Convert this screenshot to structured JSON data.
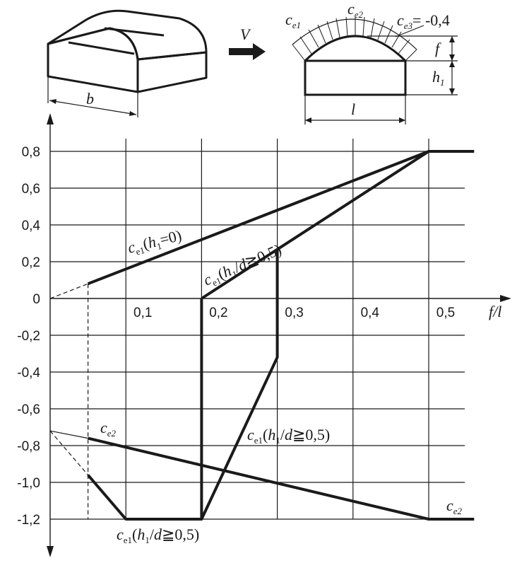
{
  "chart_data": {
    "type": "line",
    "xlabel": "f/l",
    "xlim": [
      0,
      0.55
    ],
    "ylim": [
      -1.2,
      0.8
    ],
    "x_ticks": [
      "0,1",
      "0,2",
      "0,3",
      "0,4",
      "0,5"
    ],
    "x_tick_values": [
      0.1,
      0.2,
      0.3,
      0.4,
      0.5
    ],
    "y_ticks": [
      "0,8",
      "0,6",
      "0,4",
      "0,2",
      "0",
      "-0,2",
      "-0,4",
      "-0,6",
      "-0,8",
      "-1,0",
      "-1,2"
    ],
    "y_tick_values": [
      0.8,
      0.6,
      0.4,
      0.2,
      0,
      -0.2,
      -0.4,
      -0.6,
      -0.8,
      -1.0,
      -1.2
    ],
    "grid": true,
    "series": [
      {
        "name": "ce1(h1=0)",
        "label": {
          "c": "c",
          "sub1": "e1",
          "open": "(",
          "h": "h",
          "sub2": "1",
          "rest": "=0)"
        },
        "points": [
          [
            0.05,
            0.08
          ],
          [
            0.5,
            0.8
          ],
          [
            0.56,
            0.8
          ]
        ],
        "extension": [
          [
            0,
            0
          ],
          [
            0.05,
            0.08
          ]
        ]
      },
      {
        "name": "ce1(h1/d≧0,5) upper",
        "label": {
          "c": "c",
          "sub1": "e1",
          "open": "(",
          "h": "h",
          "sub2": "1",
          "slash": "/",
          "d": "d",
          "rest": "≧0,5)"
        },
        "points": [
          [
            0.2,
            0
          ],
          [
            0.5,
            0.8
          ]
        ]
      },
      {
        "name": "ce1(h1/d≧0,5) middle",
        "label": {
          "c": "c",
          "sub1": "e1",
          "open": "(",
          "h": "h",
          "sub2": "1",
          "slash": "/",
          "d": "d",
          "rest": "≧0,5)"
        },
        "points": [
          [
            0.2,
            -1.2
          ],
          [
            0.3,
            -0.32
          ],
          [
            0.3,
            0.27
          ]
        ]
      },
      {
        "name": "ce1(h1/d≧0,5) lower",
        "label": {
          "c": "c",
          "sub1": "e1",
          "open": "(",
          "h": "h",
          "sub2": "1",
          "slash": "/",
          "d": "d",
          "rest": "≧0,5)"
        },
        "points": [
          [
            0.05,
            -0.96
          ],
          [
            0.1,
            -1.2
          ],
          [
            0.2,
            -1.2
          ],
          [
            0.2,
            0
          ]
        ],
        "extension": [
          [
            0,
            -0.72
          ],
          [
            0.05,
            -0.96
          ]
        ]
      },
      {
        "name": "ce2",
        "label": {
          "c": "c",
          "sub1": "e2"
        },
        "points": [
          [
            0.05,
            -0.76
          ],
          [
            0.5,
            -1.2
          ],
          [
            0.56,
            -1.2
          ]
        ],
        "extension": [
          [
            0,
            -0.72
          ],
          [
            0.05,
            -0.76
          ]
        ]
      }
    ]
  },
  "sketch": {
    "wind_label": "V",
    "b_label": "b",
    "l_label": "l",
    "f_label": "f",
    "h1_label": {
      "h": "h",
      "sub": "1"
    },
    "ce1_label": {
      "c": "c",
      "sub": "e1"
    },
    "ce2_label": {
      "c": "c",
      "sub": "e2"
    },
    "ce3_label": {
      "c": "c",
      "sub": "e3",
      "value": "= -0,4"
    }
  }
}
